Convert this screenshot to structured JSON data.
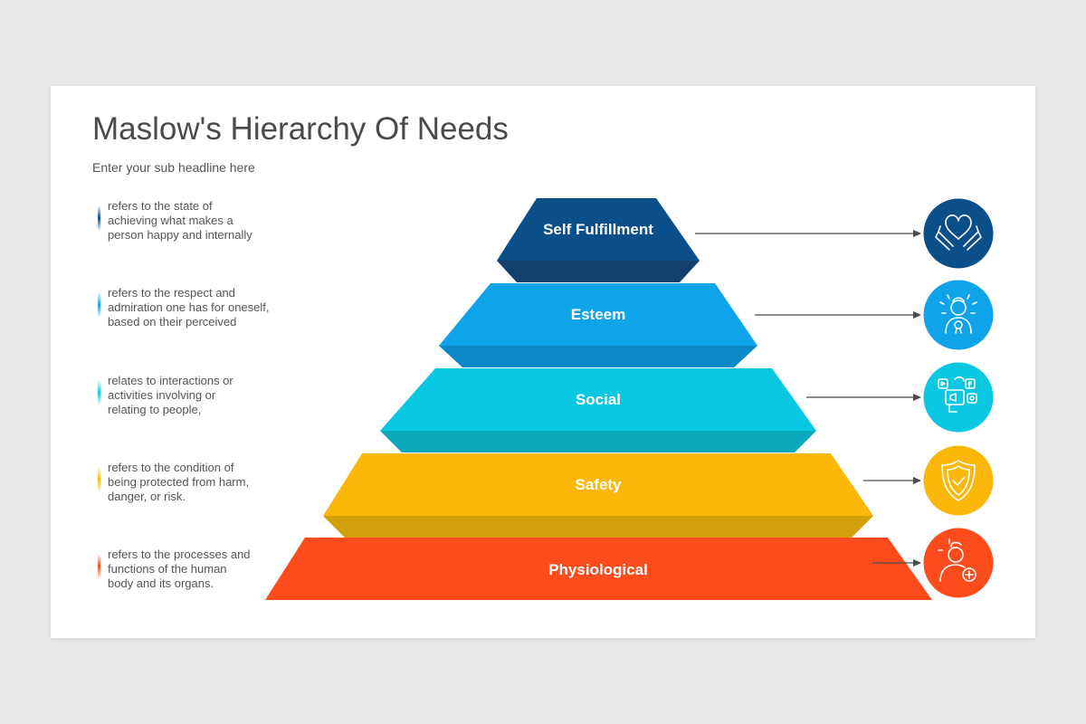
{
  "slide": {
    "title": "Maslow's Hierarchy Of Needs",
    "subtitle": "Enter your sub headline here"
  },
  "tiers": [
    {
      "label": "Self Fulfillment",
      "description": "refers to the state of\nachieving what makes a\nperson happy and internally",
      "color": "#0b4f8a",
      "shade": "#123f6c",
      "icon": "heart-hug-icon"
    },
    {
      "label": "Esteem",
      "description": "refers to the respect and\nadmiration one has for oneself,\nbased on their perceived",
      "color": "#0fa3ea",
      "shade": "#0b89c6",
      "icon": "person-award-icon"
    },
    {
      "label": "Social",
      "description": "relates to interactions or\nactivities involving or\nrelating to people,",
      "color": "#0bc8e2",
      "shade": "#0aa9bd",
      "icon": "social-media-icon"
    },
    {
      "label": "Safety",
      "description": "refers to the condition of\nbeing protected from harm,\ndanger, or risk.",
      "color": "#fbb80b",
      "shade": "#d4a00a",
      "icon": "shield-check-icon"
    },
    {
      "label": "Physiological",
      "description": "refers to the processes and\nfunctions of the human\nbody and its organs.",
      "color": "#fc4c1e",
      "shade": "#d8401a",
      "icon": "person-health-icon"
    }
  ]
}
